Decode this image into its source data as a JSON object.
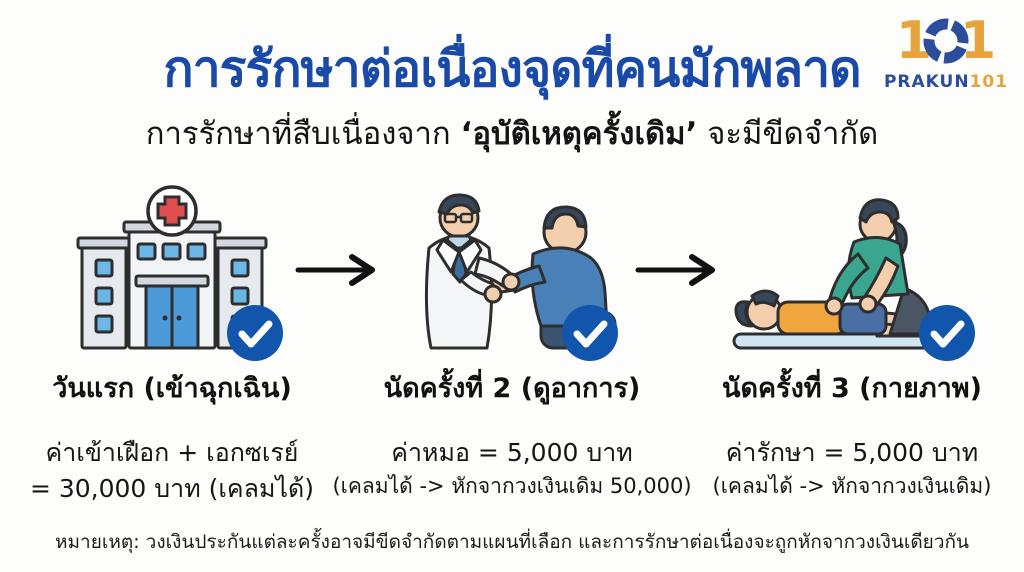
{
  "header": {
    "title": "การรักษาต่อเนื่องจุดที่คนมักพลาด",
    "subtitle_prefix": "การรักษาที่สืบเนื่องจาก ",
    "subtitle_highlight": "‘อุบัติเหตุครั้งเดิม’",
    "subtitle_suffix": " จะมีขีดจำกัด"
  },
  "logo": {
    "digit_left": "1",
    "digit_right": "1",
    "brand_blue": "PRAKUN",
    "brand_orange": "101"
  },
  "steps": [
    {
      "illustration": "hospital-building",
      "label": "วันแรก (เข้าฉุกเฉิน)",
      "cost_line1": "ค่าเข้าเฝือก + เอกซเรย์",
      "cost_line2": "= 30,000 บาท (เคลมได้)"
    },
    {
      "illustration": "doctor-checkup",
      "label": "นัดครั้งที่ 2 (ดูอาการ)",
      "cost_line1": "ค่าหมอ = 5,000 บาท",
      "cost_line2": "(เคลมได้ -> หักจากวงเงินเดิม 50,000)"
    },
    {
      "illustration": "physiotherapy",
      "label": "นัดครั้งที่ 3 (กายภาพ)",
      "cost_line1": "ค่ารักษา = 5,000 บาท",
      "cost_line2": "(เคลมได้ -> หักจากวงเงินเดิม)"
    }
  ],
  "footer": {
    "note": "หมายเหตุ: วงเงินประกันแต่ละครั้งอาจมีขีดจำกัดตามแผนที่เลือก และการรักษาต่อเนื่องจะถูกหักจากวงเงินเดียวกัน"
  },
  "colors": {
    "title_blue": "#1a4aa8",
    "badge_blue": "#1156ac",
    "logo_orange": "#e8a33d",
    "logo_blue": "#2b4d9b",
    "cross_red": "#e04f4f",
    "window_blue": "#6cb7e8",
    "text_black": "#141414"
  }
}
